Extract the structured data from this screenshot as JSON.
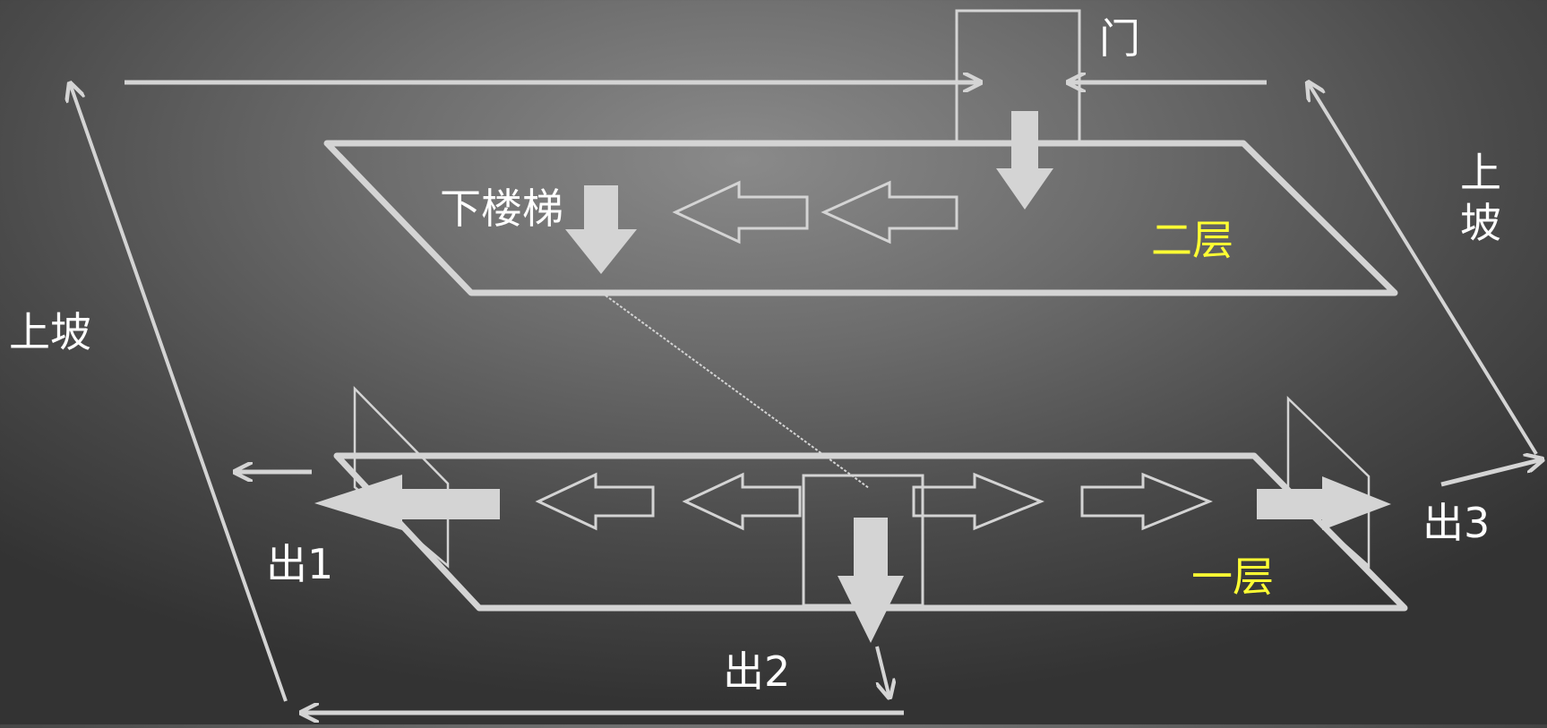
{
  "labels": {
    "door": "门",
    "down_stairs": "下楼梯",
    "floor2": "二层",
    "floor1": "一层",
    "slope_left": "上坡",
    "slope_right": "上坡",
    "exit1": "出1",
    "exit2": "出2",
    "exit3": "出3"
  },
  "colors": {
    "line": "#d4d4d4",
    "label_text": "#ffffff",
    "floor_label": "#ffff33"
  }
}
